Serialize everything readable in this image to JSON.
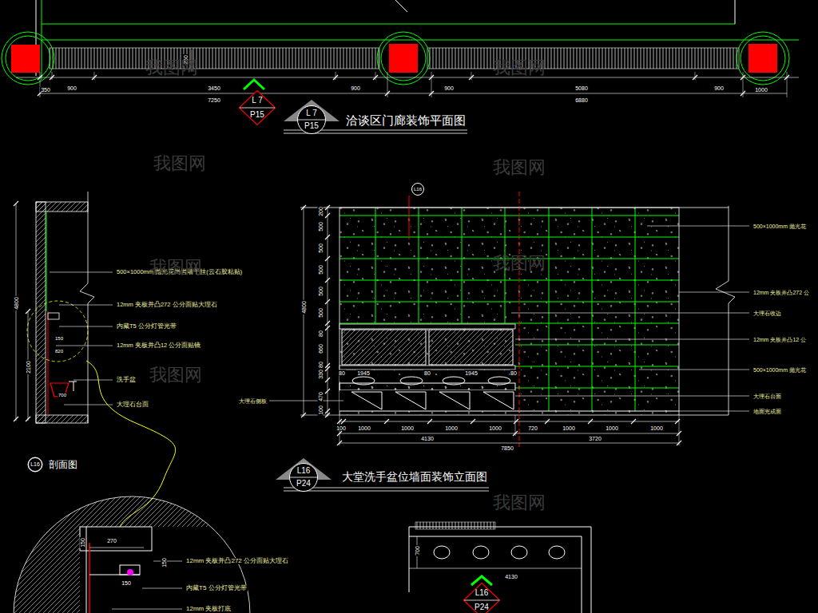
{
  "diagram": {
    "nodes": [
      {
        "text": [
          "L 7",
          "P15"
        ]
      },
      {
        "text": [
          "L 7",
          "P15"
        ]
      },
      {
        "text": [
          "L16"
        ]
      },
      {
        "text": [
          "L16"
        ]
      },
      {
        "text": [
          "L16",
          "P24"
        ]
      },
      {
        "text": [
          "L16",
          "P24"
        ]
      }
    ],
    "labels": [
      "350",
      "900",
      "3450",
      "900",
      "7250",
      "900",
      "5080",
      "900",
      "6880",
      "1000",
      "250",
      "洽谈区门廊装饰平面图",
      "200",
      "500",
      "500",
      "500",
      "500",
      "500",
      "80",
      "660",
      "80",
      "330",
      "470",
      "100",
      "4800",
      "1945",
      "1945",
      "80",
      "80",
      "80",
      "100",
      "1000",
      "1000",
      "1000",
      "1000",
      "720",
      "1000",
      "1000",
      "1000",
      "4130",
      "3720",
      "7850",
      "500×1000mm 抛光花",
      "12mm 夹板并凸272 公",
      "大理石收边",
      "12mm 夹板并凸12 公",
      "500×1000mm 抛光花",
      "大理石台面",
      "地面完成面",
      "大理石侧板",
      "大堂洗手盆位墙面装饰立面图",
      "4800",
      "2100",
      "500×1000mm 抛光花岗岩墙干挂(云石胶粘贴)",
      "12mm 夹板并凸272 公分面贴大理石",
      "内藏T5 公分灯管光带",
      "12mm 夹板并凸12 公分面贴镜",
      "洗手盆",
      "大理石台面",
      "150",
      "820",
      "700",
      "剖面图",
      "270",
      "150",
      "150",
      "150",
      "12mm 夹板并凸272 公分面贴大理石",
      "内藏T5 公分灯管光带",
      "12mm 夹板打底",
      "700",
      "4130",
      "我图网",
      "我图网",
      "我图网",
      "我图网",
      "我图网",
      "我图网",
      "我图网",
      "我图网"
    ]
  }
}
